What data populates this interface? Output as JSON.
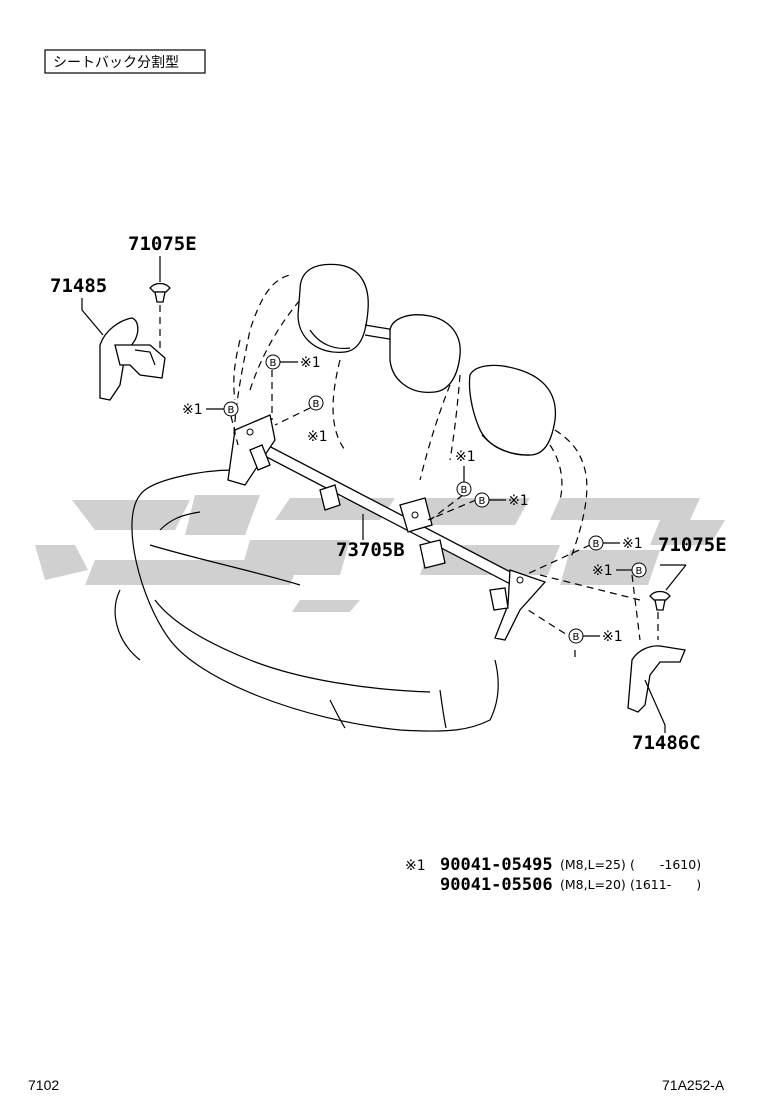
{
  "variant_label": "シートバック分割型",
  "parts": {
    "clip_left": "71075E",
    "cover_left": "71485",
    "bar": "73705B",
    "clip_right": "71075E",
    "cover_right": "71486C"
  },
  "callouts": {
    "bolt_letter": "B",
    "ref_mark": "※1"
  },
  "notes": {
    "mark": "※1",
    "line1_part": "90041-05495",
    "line1_spec": "(M8,L=25)",
    "line1_range": "(　　-1610)",
    "line2_part": "90041-05506",
    "line2_spec": "(M8,L=20)",
    "line2_range": "(1611-　　)"
  },
  "footer": {
    "left": "7102",
    "right": "71A252-A"
  },
  "watermark_color": "#c8c8c8"
}
